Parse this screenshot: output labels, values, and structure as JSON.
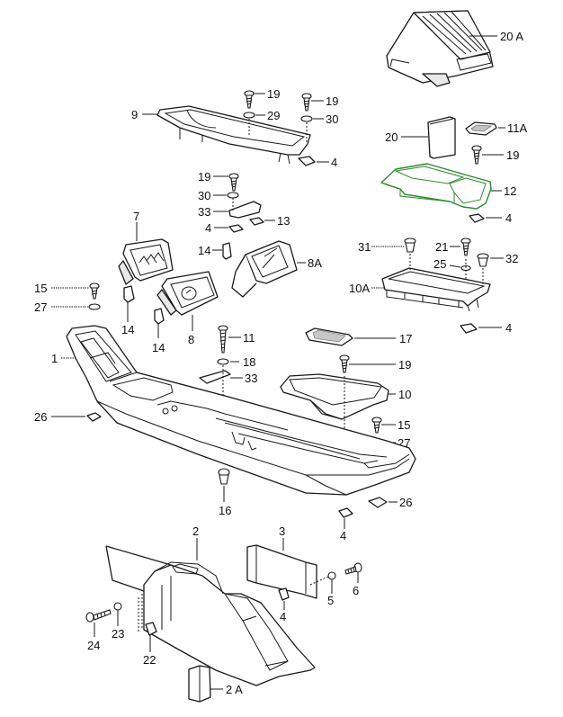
{
  "diagram": {
    "type": "exploded-parts-diagram",
    "highlight_color": "#2e8b2e",
    "highlighted_part": "12",
    "callouts": [
      {
        "id": "c-20a",
        "label": "20 A"
      },
      {
        "id": "c-9",
        "label": "9"
      },
      {
        "id": "c-19a",
        "label": "19"
      },
      {
        "id": "c-29",
        "label": "29"
      },
      {
        "id": "c-19b",
        "label": "19"
      },
      {
        "id": "c-30a",
        "label": "30"
      },
      {
        "id": "c-4a",
        "label": "4"
      },
      {
        "id": "c-20",
        "label": "20"
      },
      {
        "id": "c-11a",
        "label": "11A"
      },
      {
        "id": "c-19c",
        "label": "19"
      },
      {
        "id": "c-12",
        "label": "12"
      },
      {
        "id": "c-4b",
        "label": "4"
      },
      {
        "id": "c-19d",
        "label": "19"
      },
      {
        "id": "c-30b",
        "label": "30"
      },
      {
        "id": "c-33a",
        "label": "33"
      },
      {
        "id": "c-13",
        "label": "13"
      },
      {
        "id": "c-4c",
        "label": "4"
      },
      {
        "id": "c-7",
        "label": "7"
      },
      {
        "id": "c-14a",
        "label": "14"
      },
      {
        "id": "c-8a",
        "label": "8A"
      },
      {
        "id": "c-31",
        "label": "31"
      },
      {
        "id": "c-21",
        "label": "21"
      },
      {
        "id": "c-32",
        "label": "32"
      },
      {
        "id": "c-25",
        "label": "25"
      },
      {
        "id": "c-10a",
        "label": "10A"
      },
      {
        "id": "c-15a",
        "label": "15"
      },
      {
        "id": "c-27a",
        "label": "27"
      },
      {
        "id": "c-14b",
        "label": "14"
      },
      {
        "id": "c-14c",
        "label": "14"
      },
      {
        "id": "c-8",
        "label": "8"
      },
      {
        "id": "c-4d",
        "label": "4"
      },
      {
        "id": "c-17",
        "label": "17"
      },
      {
        "id": "c-11",
        "label": "11"
      },
      {
        "id": "c-1",
        "label": "1"
      },
      {
        "id": "c-18",
        "label": "18"
      },
      {
        "id": "c-19e",
        "label": "19"
      },
      {
        "id": "c-33b",
        "label": "33"
      },
      {
        "id": "c-10",
        "label": "10"
      },
      {
        "id": "c-26a",
        "label": "26"
      },
      {
        "id": "c-15b",
        "label": "15"
      },
      {
        "id": "c-27b",
        "label": "27"
      },
      {
        "id": "c-16",
        "label": "16"
      },
      {
        "id": "c-26b",
        "label": "26"
      },
      {
        "id": "c-4e",
        "label": "4"
      },
      {
        "id": "c-2",
        "label": "2"
      },
      {
        "id": "c-3",
        "label": "3"
      },
      {
        "id": "c-6",
        "label": "6"
      },
      {
        "id": "c-5",
        "label": "5"
      },
      {
        "id": "c-4f",
        "label": "4"
      },
      {
        "id": "c-24",
        "label": "24"
      },
      {
        "id": "c-23",
        "label": "23"
      },
      {
        "id": "c-22",
        "label": "22"
      },
      {
        "id": "c-2a",
        "label": "2 A"
      }
    ]
  }
}
